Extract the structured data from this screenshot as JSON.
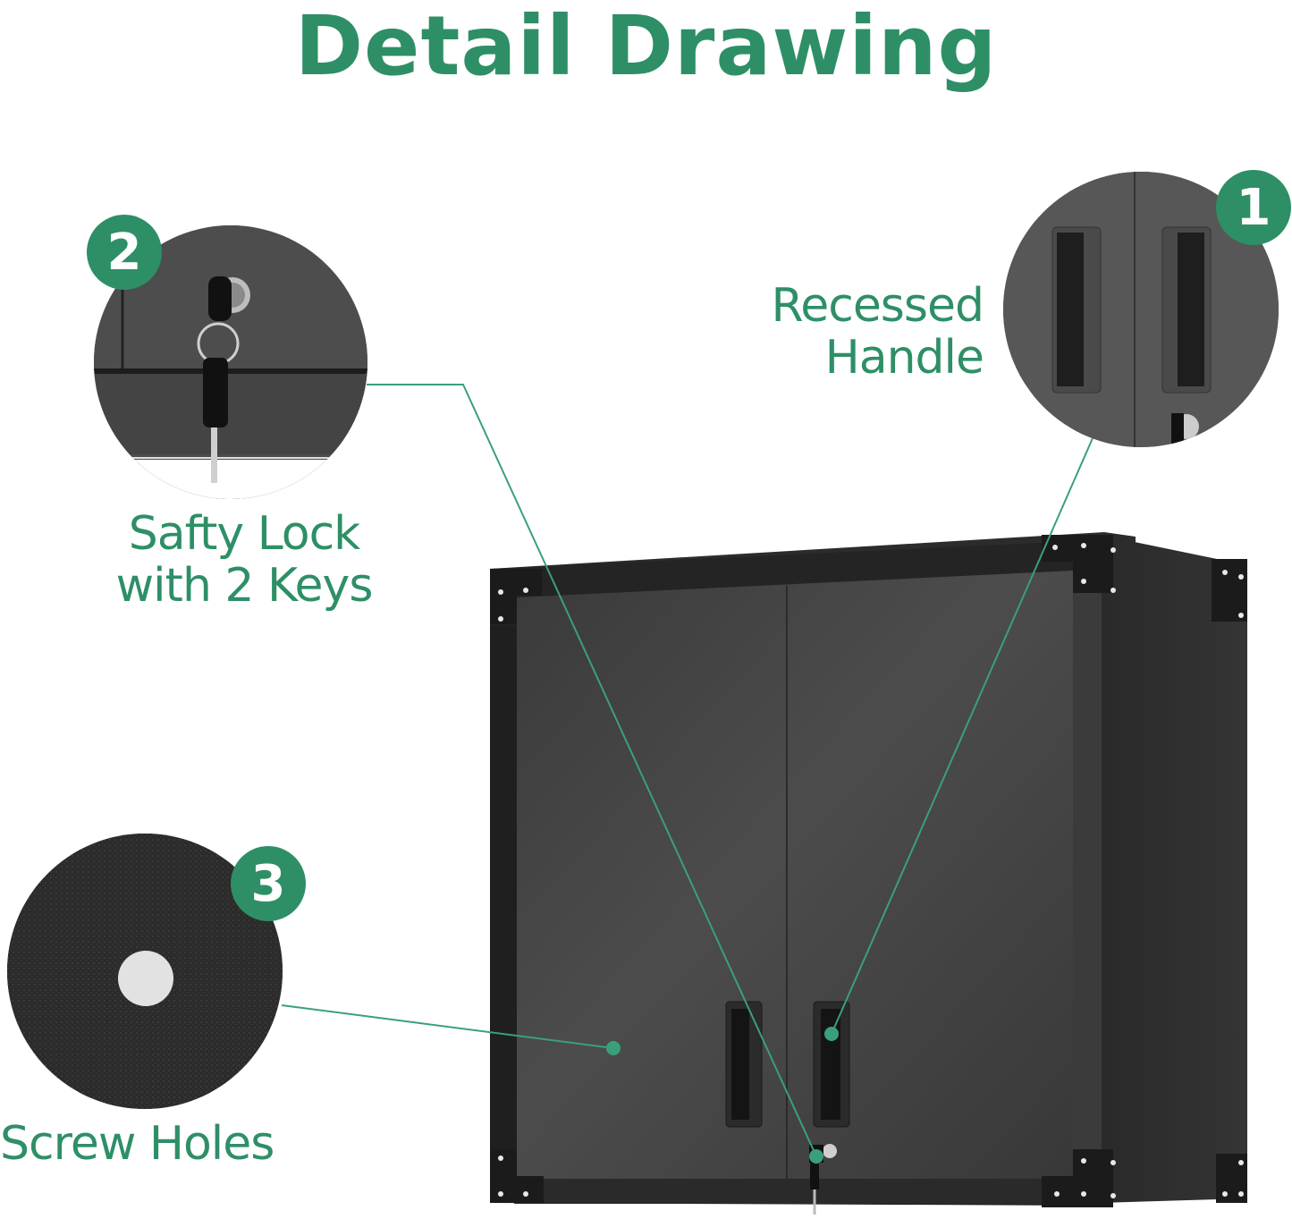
{
  "title": "Detail Drawing",
  "colors": {
    "accent": "#2e8f66",
    "cabinet_front": "#434343",
    "cabinet_side": "#2f2f2f",
    "cabinet_frame": "#262626",
    "callout_line": "#3aa07a"
  },
  "callouts": [
    {
      "number": "1",
      "label_line1": "Recessed",
      "label_line2": "Handle"
    },
    {
      "number": "2",
      "label_line1": "Safty Lock",
      "label_line2": "with 2 Keys"
    },
    {
      "number": "3",
      "label_line1": "Screw Holes"
    }
  ]
}
